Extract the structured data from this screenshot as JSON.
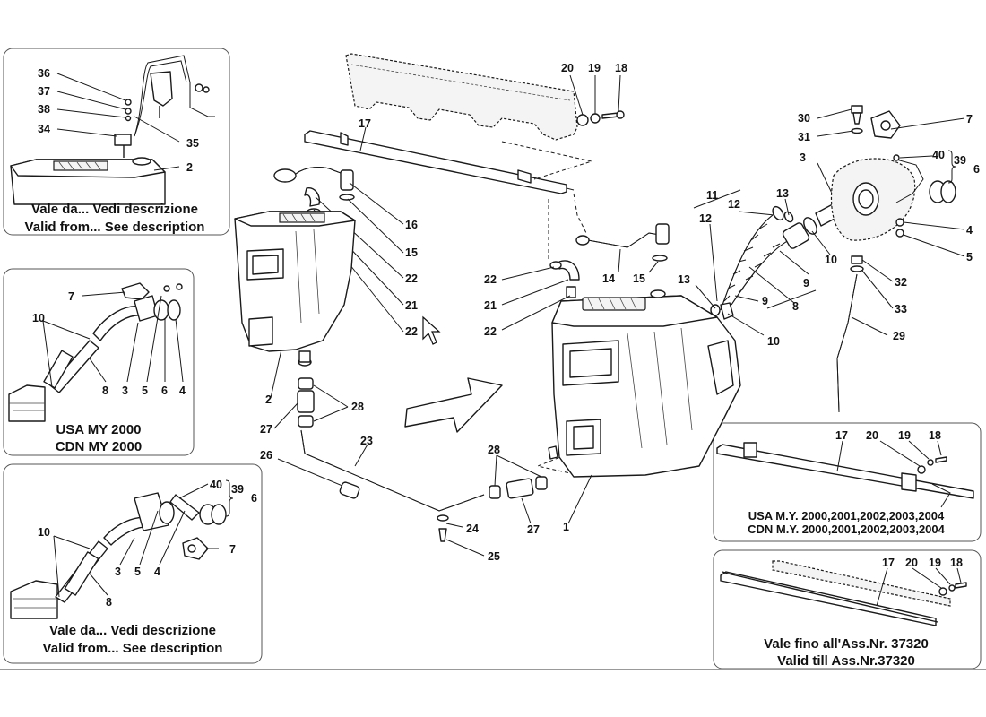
{
  "insets": {
    "top_left": {
      "caption_line1": "Vale da... Vedi descrizione",
      "caption_line2": "Valid from... See description"
    },
    "mid_left": {
      "caption_line1": "USA MY 2000",
      "caption_line2": "CDN MY 2000"
    },
    "bottom_left": {
      "caption_line1": "Vale da... Vedi descrizione",
      "caption_line2": "Valid from... See description"
    },
    "mid_right": {
      "caption_line1": "USA M.Y. 2000,2001,2002,2003,2004",
      "caption_line2": "CDN M.Y. 2000,2001,2002,2003,2004"
    },
    "bottom_right": {
      "caption_line1": "Vale fino all'Ass.Nr. 37320",
      "caption_line2": "Valid till Ass.Nr.37320"
    }
  },
  "callouts": {
    "tl": [
      "36",
      "37",
      "38",
      "34",
      "35",
      "2"
    ],
    "ml": [
      "7",
      "10",
      "8",
      "3",
      "5",
      "6",
      "4"
    ],
    "bl": [
      "40",
      "39",
      "6",
      "10",
      "3",
      "5",
      "4",
      "7",
      "8"
    ],
    "main": [
      "20",
      "19",
      "18",
      "17",
      "16",
      "15",
      "22",
      "21",
      "22",
      "2",
      "28",
      "27",
      "23",
      "26",
      "24",
      "25",
      "27",
      "28",
      "1",
      "22",
      "21",
      "22",
      "14",
      "15",
      "13",
      "11",
      "12",
      "13",
      "12",
      "9",
      "8",
      "9",
      "10",
      "10",
      "3",
      "30",
      "31",
      "7",
      "40",
      "39",
      "6",
      "4",
      "5",
      "32",
      "33",
      "29"
    ],
    "mr": [
      "17",
      "20",
      "19",
      "18"
    ],
    "br": [
      "17",
      "20",
      "19",
      "18"
    ]
  }
}
